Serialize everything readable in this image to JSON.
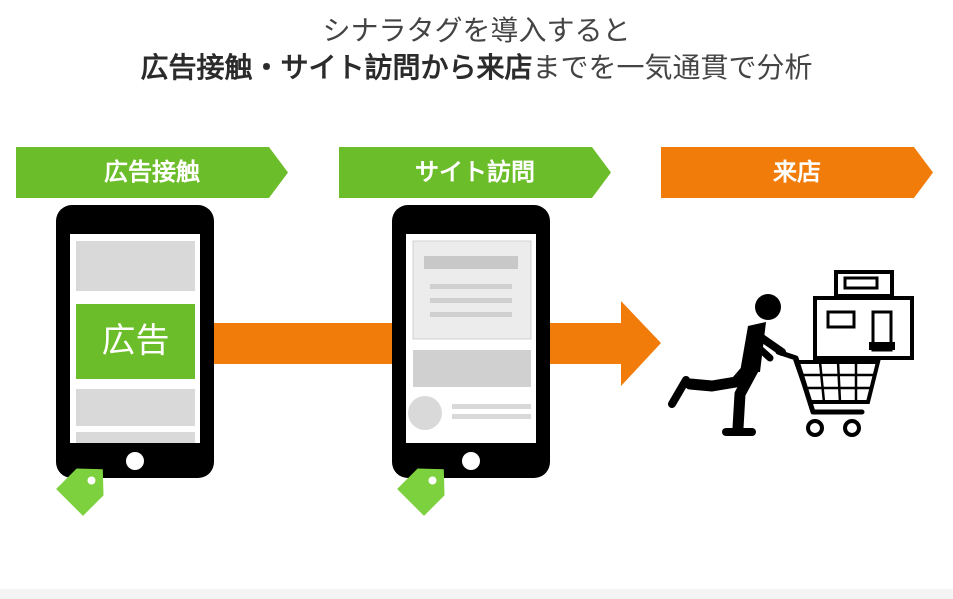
{
  "title": {
    "line1": "シナラタグを導入すると",
    "line2_bold_1": "広告接触・サイト訪問から来店",
    "line2_regular": "までを一気通貫で分析"
  },
  "stages": [
    {
      "label": "広告接触"
    },
    {
      "label": "サイト訪問"
    },
    {
      "label": "来店"
    }
  ],
  "phone1": {
    "ad_text": "広告"
  },
  "colors": {
    "green": "#6cbd2a",
    "orange": "#f17c0a",
    "phone": "#000000",
    "placeholder": "#d9d9d9",
    "tag": "#7dd13e"
  }
}
